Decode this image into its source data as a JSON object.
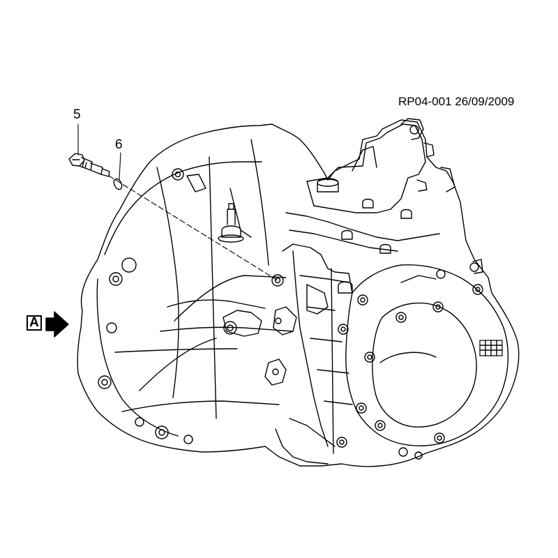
{
  "reference": "RP04-001 26/09/2009",
  "callouts": [
    "5",
    "6"
  ],
  "view_label": "A",
  "colors": {
    "line": "#000000",
    "background": "#ffffff"
  },
  "parts": [
    "sensor",
    "o-ring",
    "gearbox-housing",
    "view-arrow"
  ]
}
